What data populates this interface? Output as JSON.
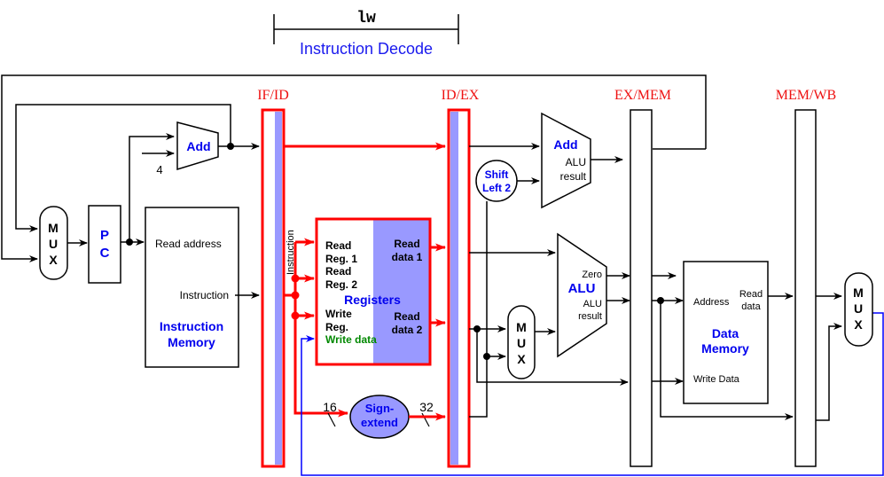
{
  "header": {
    "instruction": "lw",
    "stage_name": "Instruction Decode"
  },
  "pipeline_registers": [
    "IF/ID",
    "ID/EX",
    "EX/MEM",
    "MEM/WB"
  ],
  "components": {
    "pc": "P\nC",
    "pc_label": [
      "P",
      "C"
    ],
    "mux_label": [
      "M",
      "U",
      "X"
    ],
    "pc_adder": "Add",
    "constant_four": "4",
    "instruction_memory": {
      "title": [
        "Instruction",
        "Memory"
      ],
      "read_address": "Read address",
      "instruction_out": "Instruction"
    },
    "instruction_bus_label": "Instruction",
    "registers": {
      "title": "Registers",
      "read_reg1": [
        "Read",
        "Reg. 1"
      ],
      "read_reg2": [
        "Read",
        "Reg. 2"
      ],
      "write_reg": [
        "Write",
        "Reg."
      ],
      "write_data": "Write data",
      "read_data1": [
        "Read",
        "data 1"
      ],
      "read_data2": [
        "Read",
        "data 2"
      ]
    },
    "sign_extend": {
      "title": [
        "Sign-",
        "extend"
      ],
      "in_width": "16",
      "out_width": "32"
    },
    "shift_left": [
      "Shift",
      "Left 2"
    ],
    "branch_adder": {
      "title": "Add",
      "result": [
        "ALU",
        "result"
      ]
    },
    "alu": {
      "title": "ALU",
      "zero": "Zero",
      "result": [
        "ALU",
        "result"
      ]
    },
    "data_memory": {
      "title": [
        "Data",
        "Memory"
      ],
      "address": "Address",
      "read_data": [
        "Read",
        "data"
      ],
      "write_data": "Write Data"
    }
  },
  "colors": {
    "active_path": "#ff0000",
    "register_highlight": "#9999ff",
    "component_label": "#0000ee",
    "stage_label": "#ee1111",
    "write_data_label": "#008800",
    "writeback_path": "#0000ff"
  }
}
